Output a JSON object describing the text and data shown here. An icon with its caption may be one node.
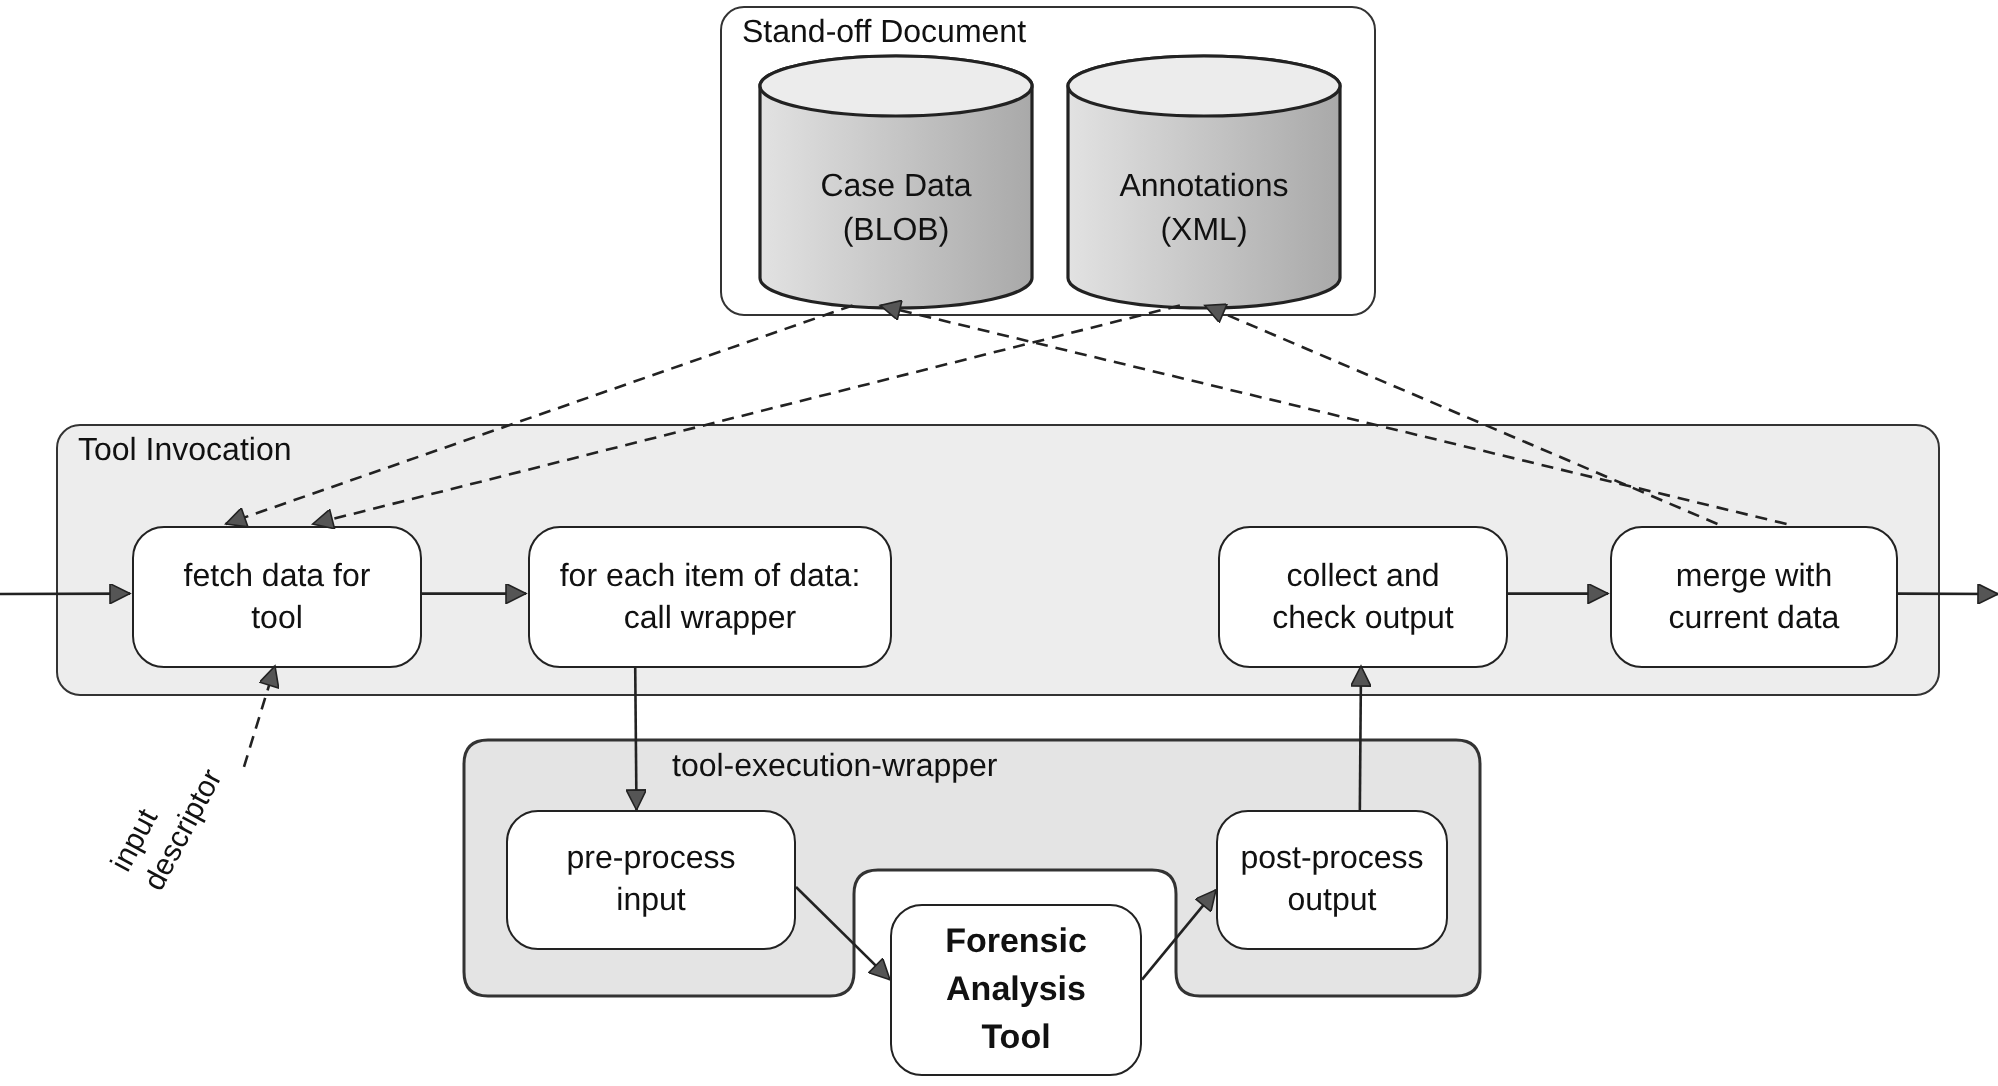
{
  "diagram": {
    "nodes": [
      {
        "text": [
          "Stand-off Document"
        ]
      },
      {
        "text": [
          "Case Data (BLOB)"
        ],
        "in": 0
      },
      {
        "text": [
          "Annotations (XML)"
        ],
        "in": 0
      },
      {
        "text": [
          "Tool Invocation"
        ]
      },
      {
        "text": [
          "fetch data for tool"
        ],
        "in": 3
      },
      {
        "text": [
          "for each item of data: call wrapper"
        ],
        "in": 3
      },
      {
        "text": [
          "collect and check output"
        ],
        "in": 3
      },
      {
        "text": [
          "merge with current data"
        ],
        "in": 3
      },
      {
        "text": [
          "tool-execution-wrapper"
        ]
      },
      {
        "text": [
          "pre-process input"
        ],
        "in": 8
      },
      {
        "text": [
          "post-process output"
        ],
        "in": 8
      },
      {
        "text": [
          "Forensic Analysis Tool"
        ]
      },
      {
        "text": [
          "input",
          "descriptor"
        ]
      }
    ],
    "edges": [
      {
        "from": null,
        "to": 4,
        "arrow": "to"
      },
      {
        "from": 4,
        "to": 5,
        "arrow": "to"
      },
      {
        "from": 5,
        "to": 9,
        "arrow": "to"
      },
      {
        "from": 9,
        "to": 11,
        "arrow": "to"
      },
      {
        "from": 11,
        "to": 10,
        "arrow": "to"
      },
      {
        "from": 10,
        "to": 6,
        "arrow": "to"
      },
      {
        "from": 6,
        "to": 7,
        "arrow": "to"
      },
      {
        "from": 7,
        "to": null,
        "arrow": "to"
      },
      {
        "from": 1,
        "to": 4,
        "arrow": "to",
        "style": "dashed"
      },
      {
        "from": 2,
        "to": 4,
        "arrow": "to",
        "style": "dashed"
      },
      {
        "from": 7,
        "to": 1,
        "arrow": "to",
        "style": "dashed"
      },
      {
        "from": 7,
        "to": 2,
        "arrow": "to",
        "style": "dashed"
      },
      {
        "from": 12,
        "to": 4,
        "arrow": "to",
        "style": "dashed"
      }
    ]
  }
}
